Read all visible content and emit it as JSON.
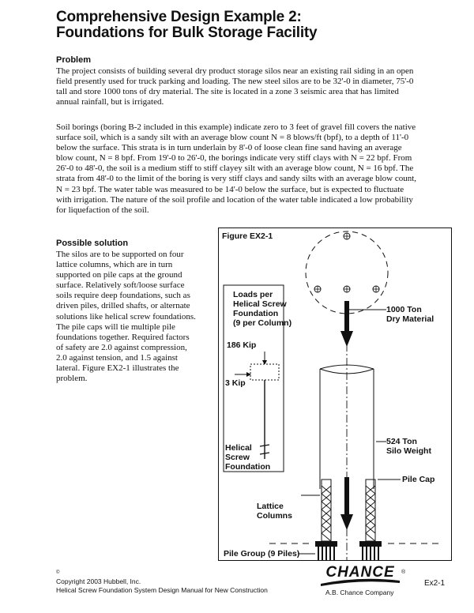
{
  "title": {
    "line1": "Comprehensive Design Example 2:",
    "line2": "Foundations for Bulk Storage Facility"
  },
  "problem": {
    "heading": "Problem",
    "para1": [
      "The project consists of building several dry product storage silos near an existing rail siding in an open",
      "field presently used for truck parking and loading.  The new steel silos are to be 32'-0 in diameter, 75'-0",
      "tall and store 1000 tons of dry material.  The site is located in a zone 3 seismic area that has limited",
      "annual rainfall, but is irrigated."
    ],
    "para2": [
      "Soil borings (boring B-2 included in this example) indicate zero to 3 feet of gravel fill covers the native",
      "surface soil, which is a sandy silt with an average blow count N = 8 blows/ft (bpf), to a depth of 11'-0",
      "below the surface.  This strata is in turn underlain by 8'-0 of loose clean fine sand having an average",
      "blow count, N = 8 bpf.  From 19'-0 to 26'-0, the borings indicate very stiff clays with N = 22 bpf.  From",
      "26'-0 to 48'-0, the soil is a medium stiff to stiff clayey silt with an average blow count, N = 16 bpf.  The",
      "strata from 48'-0 to the limit of the boring is very stiff clays and sandy silts with an average blow count,",
      "N = 23 bpf.  The water table was measured to be 14'-0 below the surface, but is expected to fluctuate",
      "with irrigation.  The nature of the soil profile and location of the water table indicated a low probability",
      "for liquefaction of the soil."
    ]
  },
  "solution": {
    "heading": "Possible solution",
    "lines": [
      "The silos are to be supported on four",
      "lattice columns, which are in turn",
      "supported on pile caps at the ground",
      "surface.  Relatively soft/loose surface",
      "soils require deep foundations, such as",
      "driven piles, drilled shafts, or alternate",
      "solutions like helical screw foundations.",
      "The pile caps will tie multiple pile",
      "foundations together.  Required factors",
      "of safety are 2.0 against compression,",
      "2.0 against tension, and 1.5 against",
      "lateral.  Figure EX2-1 illustrates the",
      "problem."
    ]
  },
  "figure": {
    "title": "Figure EX2-1",
    "loads_label": [
      "Loads per",
      "Helical Screw",
      "Foundation",
      "(9 per Column)"
    ],
    "compression_load": "186 Kip",
    "lateral_load": "3 Kip",
    "helical_label": [
      "Helical",
      "Screw",
      "Foundation"
    ],
    "material_label": [
      "1000 Ton",
      "Dry Material"
    ],
    "silo_weight_label": [
      "524 Ton",
      "Silo Weight"
    ],
    "pile_cap_label": "Pile Cap",
    "lattice_label": [
      "Lattice",
      "Columns"
    ],
    "pile_group_label": "Pile Group (9 Piles)"
  },
  "footer": {
    "copyright_symbol": "©",
    "copyright": "Copyright 2003 Hubbell, Inc.",
    "manual": "Helical Screw Foundation System Design Manual for New Construction",
    "logo_word": "CHANCE",
    "logo_reg": "®",
    "company": "A.B. Chance Company",
    "page": "Ex2-1"
  }
}
